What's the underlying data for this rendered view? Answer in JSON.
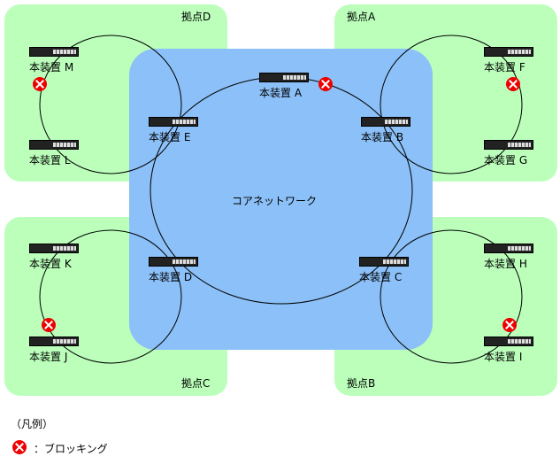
{
  "sites": {
    "A": "拠点A",
    "B": "拠点B",
    "C": "拠点C",
    "D": "拠点D"
  },
  "core_label": "コアネットワーク",
  "devices": {
    "A": "本装置 A",
    "B": "本装置 B",
    "C": "本装置 C",
    "D": "本装置 D",
    "E": "本装置 E",
    "F": "本装置 F",
    "G": "本装置 G",
    "H": "本装置 H",
    "I": "本装置 I",
    "J": "本装置 J",
    "K": "本装置 K",
    "L": "本装置 L",
    "M": "本装置 M"
  },
  "legend": {
    "title": "（凡例）",
    "blocking": "：ブロッキング"
  },
  "colors": {
    "site": "#bbffbb",
    "core": "#8cc0f8",
    "blocking": "#ee0000"
  }
}
